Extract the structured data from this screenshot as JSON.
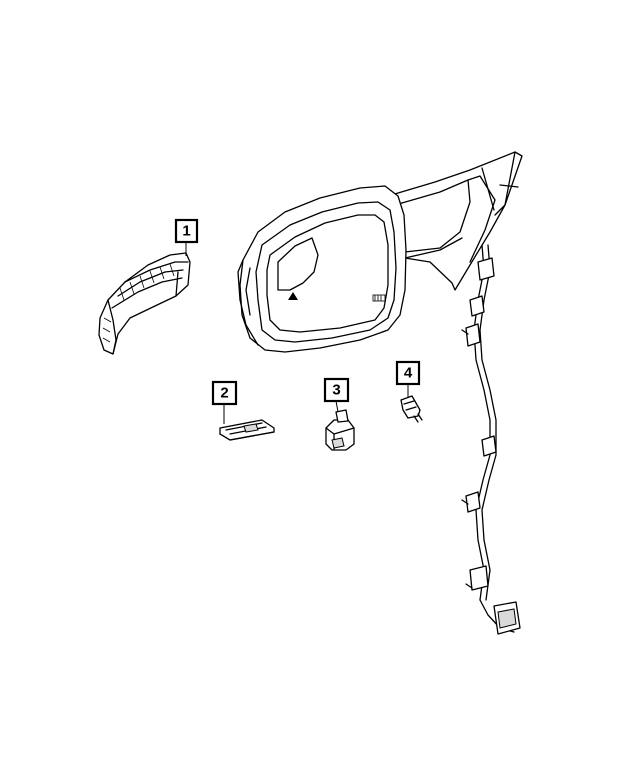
{
  "callouts": [
    {
      "id": "1",
      "label": "1"
    },
    {
      "id": "2",
      "label": "2"
    },
    {
      "id": "3",
      "label": "3"
    },
    {
      "id": "4",
      "label": "4"
    }
  ],
  "colors": {
    "line": "#000000",
    "background": "#ffffff",
    "shade": "#d9d9d9"
  }
}
